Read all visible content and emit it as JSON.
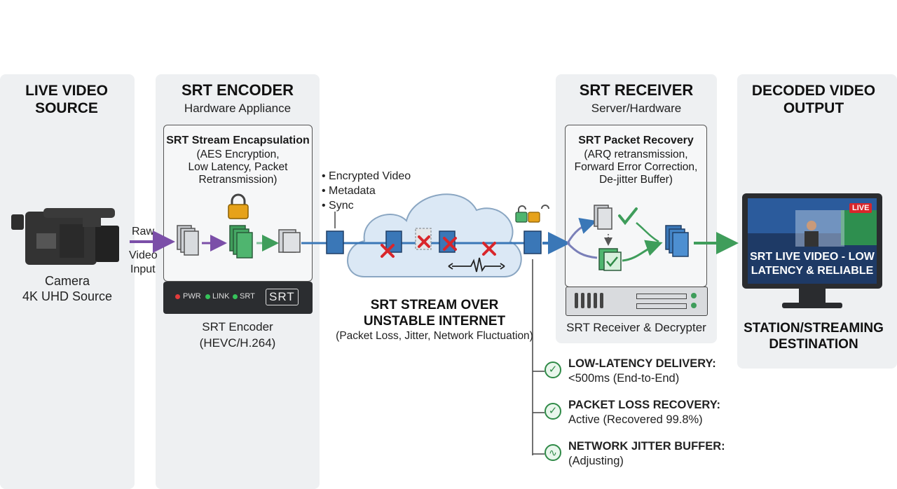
{
  "source": {
    "title": "LIVE VIDEO SOURCE",
    "camera_label": "Camera",
    "camera_detail": "4K UHD Source",
    "arrow_label_1": "Raw",
    "arrow_label_2": "Video",
    "arrow_label_3": "Input"
  },
  "encoder": {
    "title": "SRT ENCODER",
    "subtitle": "Hardware Appliance",
    "box_title": "SRT Stream Encapsulation",
    "box_line1": "(AES Encryption,",
    "box_line2": "Low Latency, Packet",
    "box_line3": "Retransmission)",
    "led_pwr": "PWR",
    "led_link": "LINK",
    "led_srt": "SRT",
    "logo": "SRT",
    "device_label": "SRT Encoder",
    "device_codec": "(HEVC/H.264)"
  },
  "stream": {
    "bullets": [
      "Encrypted Video",
      "Metadata",
      "Sync"
    ],
    "title_line1": "SRT STREAM OVER",
    "title_line2": "UNSTABLE INTERNET",
    "subtitle": "(Packet Loss, Jitter, Network Fluctuation)"
  },
  "receiver": {
    "title": "SRT RECEIVER",
    "subtitle": "Server/Hardware",
    "box_title": "SRT Packet Recovery",
    "box_line1": "(ARQ retransmission,",
    "box_line2": "Forward Error Correction,",
    "box_line3": "De-jitter Buffer)",
    "device_label": "SRT Receiver & Decrypter"
  },
  "output": {
    "title": "DECODED VIDEO OUTPUT",
    "live_badge": "LIVE",
    "screen_line1": "SRT LIVE VIDEO - LOW",
    "screen_line2": "LATENCY & RELIABLE",
    "dest_line1": "STATION/STREAMING",
    "dest_line2": "DESTINATION"
  },
  "status": [
    {
      "label": "LOW-LATENCY DELIVERY:",
      "value": "<500ms (End-to-End)",
      "icon": "check-icon"
    },
    {
      "label": "PACKET LOSS RECOVERY:",
      "value": "Active (Recovered 99.8%)",
      "icon": "check-icon"
    },
    {
      "label": "NETWORK JITTER BUFFER:",
      "value": "(Adjusting)",
      "icon": "wave-icon"
    }
  ],
  "colors": {
    "purple": "#7b4fa8",
    "green": "#3f9d5b",
    "blue": "#3a77b7",
    "red": "#d9262b",
    "gold": "#e6a21a"
  }
}
